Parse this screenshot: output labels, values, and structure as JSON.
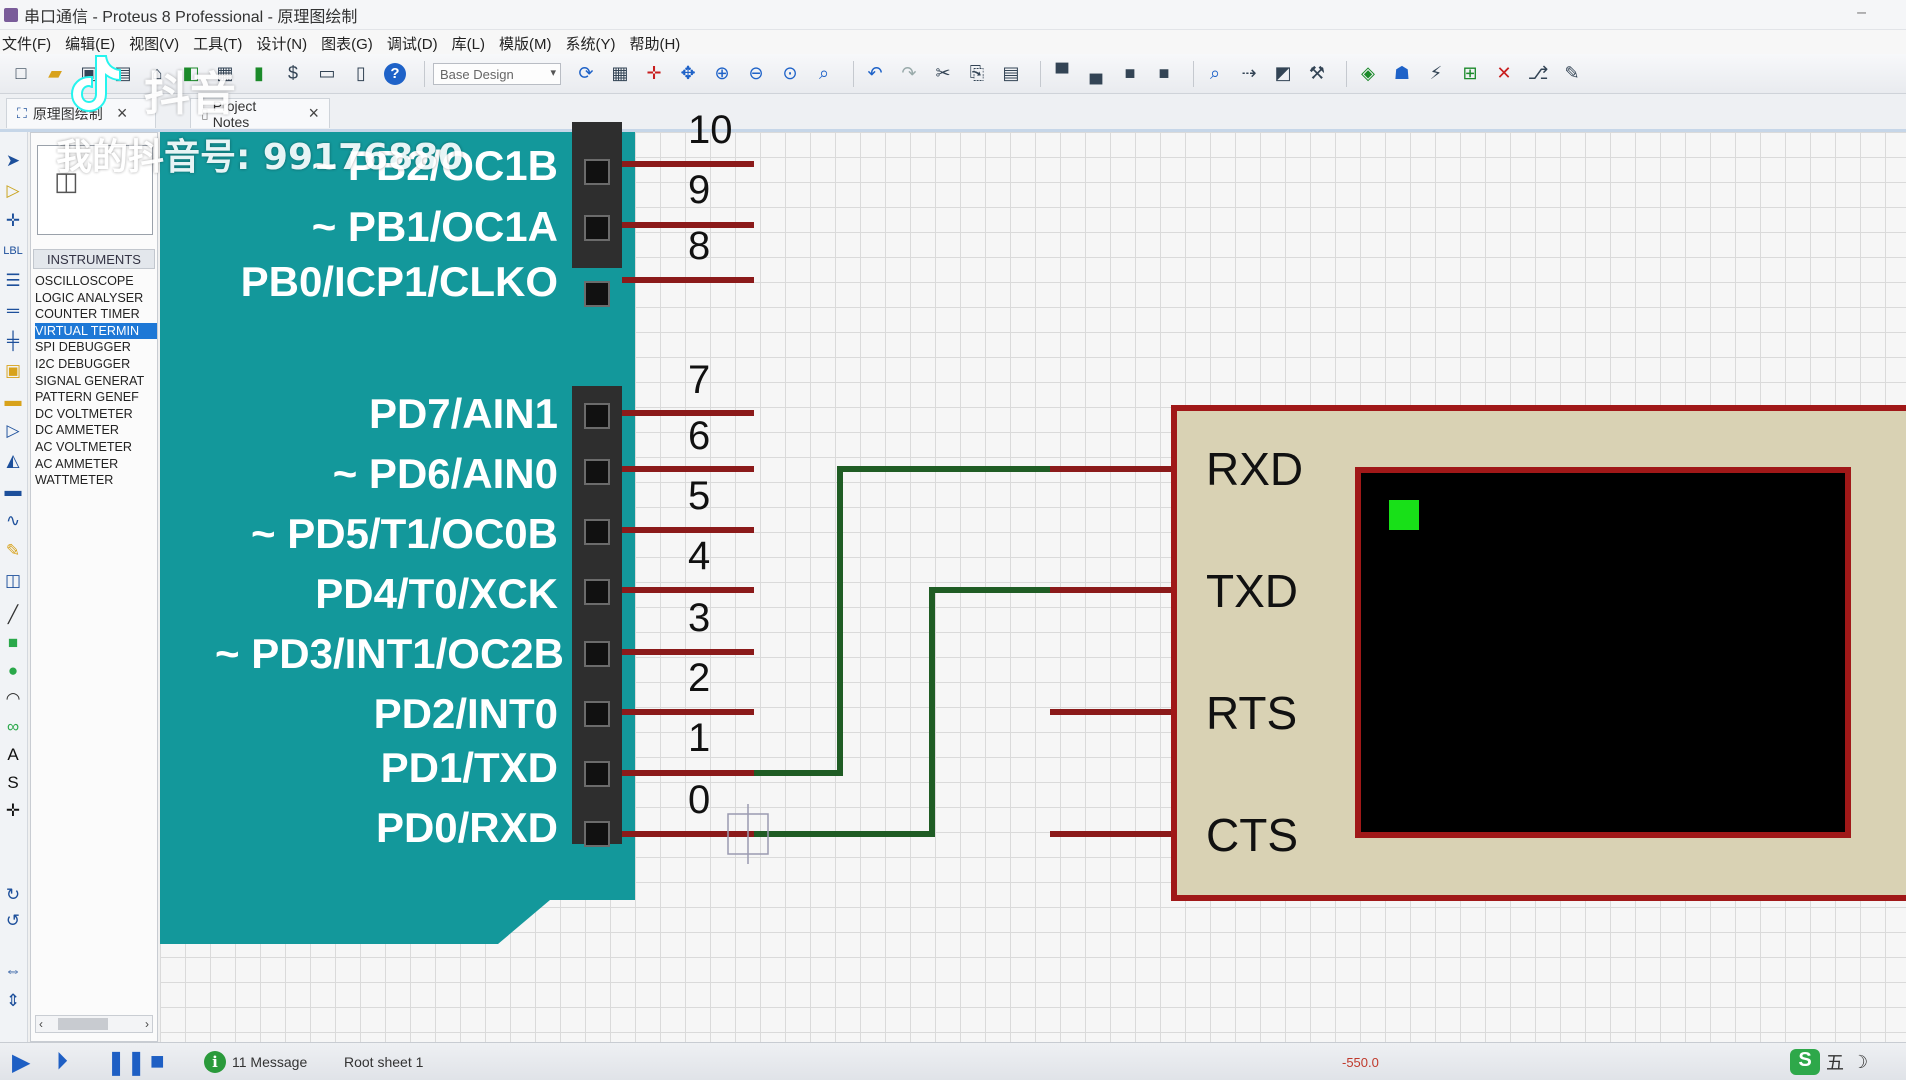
{
  "window": {
    "title": "串口通信 - Proteus 8 Professional - 原理图绘制",
    "minimize": "–"
  },
  "menu": [
    "文件(F)",
    "编辑(E)",
    "视图(V)",
    "工具(T)",
    "设计(N)",
    "图表(G)",
    "调试(D)",
    "库(L)",
    "模版(M)",
    "系统(Y)",
    "帮助(H)"
  ],
  "toolbar": {
    "variant_combo": "Base Design",
    "help_glyph": "?"
  },
  "tabs": [
    {
      "label": "原理图绘制",
      "close": "×"
    },
    {
      "label": "Project Notes",
      "close": "×"
    }
  ],
  "watermark": {
    "app_name": "抖音",
    "account": "我的抖音号: 99176880"
  },
  "panel": {
    "header": "INSTRUMENTS",
    "items": [
      "OSCILLOSCOPE",
      "LOGIC ANALYSER",
      "COUNTER TIMER",
      "VIRTUAL TERMIN",
      "SPI DEBUGGER",
      "I2C DEBUGGER",
      "SIGNAL GENERAT",
      "PATTERN GENEF",
      "DC VOLTMETER",
      "DC AMMETER",
      "AC VOLTMETER",
      "AC AMMETER",
      "WATTMETER"
    ],
    "selected_index": 3
  },
  "schematic": {
    "mcu_pins_top": [
      {
        "label": "~ PB2/OC1B",
        "num": "10"
      },
      {
        "label": "~ PB1/OC1A",
        "num": "9"
      },
      {
        "label": "PB0/ICP1/CLKO",
        "num": "8"
      }
    ],
    "mcu_pins_bottom": [
      {
        "label": "PD7/AIN1",
        "num": "7"
      },
      {
        "label": "~ PD6/AIN0",
        "num": "6"
      },
      {
        "label": "~ PD5/T1/OC0B",
        "num": "5"
      },
      {
        "label": "PD4/T0/XCK",
        "num": "4"
      },
      {
        "label": "~ PD3/INT1/OC2B",
        "num": "3"
      },
      {
        "label": "PD2/INT0",
        "num": "2"
      },
      {
        "label": "PD1/TXD",
        "num": "1"
      },
      {
        "label": "PD0/RXD",
        "num": "0"
      }
    ],
    "terminal_pins": [
      "RXD",
      "TXD",
      "RTS",
      "CTS"
    ],
    "colors": {
      "mcu_body": "#13989b",
      "pin_wire": "#8b1a1a",
      "net_wire": "#1f5c24",
      "terminal_body": "#d9d2b4",
      "terminal_border": "#a01818",
      "screen": "#000000",
      "cursor": "#18e018"
    }
  },
  "status": {
    "messages": "11 Message",
    "sheet": "Root sheet 1",
    "coordinate": "-550.0",
    "ime_mode": "五"
  }
}
